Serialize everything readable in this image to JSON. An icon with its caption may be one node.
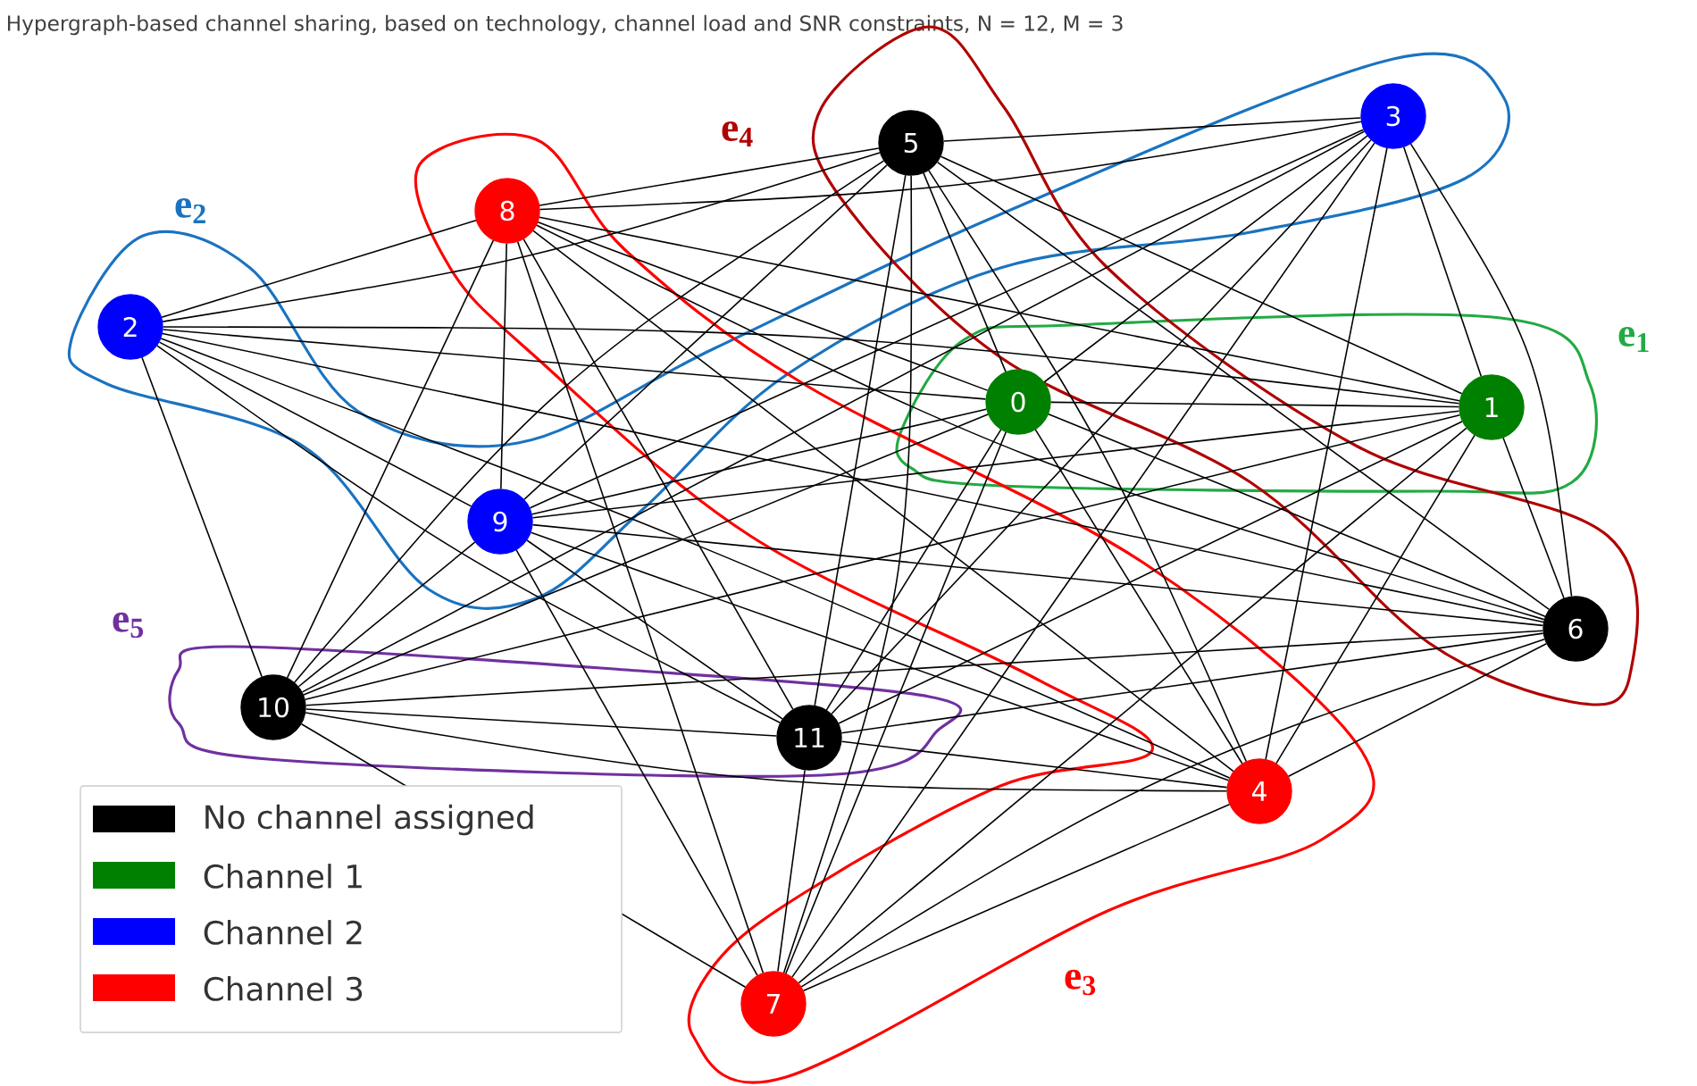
{
  "diagram": {
    "title": "Hypergraph-based channel sharing, based on technology, channel load and SNR constraints, N = 12, M = 3",
    "nodes": [
      {
        "text": [
          "0"
        ]
      },
      {
        "text": [
          "1"
        ]
      },
      {
        "text": [
          "2"
        ]
      },
      {
        "text": [
          "3"
        ]
      },
      {
        "text": [
          "4"
        ]
      },
      {
        "text": [
          "5"
        ]
      },
      {
        "text": [
          "6"
        ]
      },
      {
        "text": [
          "7"
        ]
      },
      {
        "text": [
          "8"
        ]
      },
      {
        "text": [
          "9"
        ]
      },
      {
        "text": [
          "10"
        ]
      },
      {
        "text": [
          "11"
        ]
      }
    ],
    "edges": [
      {
        "from": 2,
        "to": 8,
        "arrow": "none"
      },
      {
        "from": 2,
        "to": 5,
        "arrow": "none"
      },
      {
        "from": 2,
        "to": 0,
        "arrow": "none"
      },
      {
        "from": 2,
        "to": 1,
        "arrow": "none"
      },
      {
        "from": 2,
        "to": 9,
        "arrow": "none"
      },
      {
        "from": 2,
        "to": 10,
        "arrow": "none"
      },
      {
        "from": 2,
        "to": 11,
        "arrow": "none"
      },
      {
        "from": 2,
        "to": 6,
        "arrow": "none"
      },
      {
        "from": 2,
        "to": 4,
        "arrow": "none"
      },
      {
        "from": 8,
        "to": 5,
        "arrow": "none"
      },
      {
        "from": 8,
        "to": 3,
        "arrow": "none"
      },
      {
        "from": 8,
        "to": 9,
        "arrow": "none"
      },
      {
        "from": 8,
        "to": 10,
        "arrow": "none"
      },
      {
        "from": 8,
        "to": 11,
        "arrow": "none"
      },
      {
        "from": 8,
        "to": 7,
        "arrow": "none"
      },
      {
        "from": 8,
        "to": 4,
        "arrow": "none"
      },
      {
        "from": 8,
        "to": 0,
        "arrow": "none"
      },
      {
        "from": 8,
        "to": 6,
        "arrow": "none"
      },
      {
        "from": 8,
        "to": 1,
        "arrow": "none"
      },
      {
        "from": 5,
        "to": 3,
        "arrow": "none"
      },
      {
        "from": 5,
        "to": 0,
        "arrow": "none"
      },
      {
        "from": 5,
        "to": 11,
        "arrow": "none"
      },
      {
        "from": 5,
        "to": 7,
        "arrow": "none"
      },
      {
        "from": 5,
        "to": 4,
        "arrow": "none"
      },
      {
        "from": 5,
        "to": 6,
        "arrow": "none"
      },
      {
        "from": 5,
        "to": 1,
        "arrow": "none"
      },
      {
        "from": 5,
        "to": 9,
        "arrow": "none"
      },
      {
        "from": 5,
        "to": 10,
        "arrow": "none"
      },
      {
        "from": 3,
        "to": 0,
        "arrow": "none"
      },
      {
        "from": 3,
        "to": 1,
        "arrow": "none"
      },
      {
        "from": 3,
        "to": 6,
        "arrow": "none"
      },
      {
        "from": 3,
        "to": 9,
        "arrow": "none"
      },
      {
        "from": 3,
        "to": 10,
        "arrow": "none"
      },
      {
        "from": 3,
        "to": 11,
        "arrow": "none"
      },
      {
        "from": 3,
        "to": 4,
        "arrow": "none"
      },
      {
        "from": 3,
        "to": 7,
        "arrow": "none"
      },
      {
        "from": 0,
        "to": 1,
        "arrow": "none"
      },
      {
        "from": 0,
        "to": 4,
        "arrow": "none"
      },
      {
        "from": 0,
        "to": 7,
        "arrow": "none"
      },
      {
        "from": 0,
        "to": 6,
        "arrow": "none"
      },
      {
        "from": 0,
        "to": 9,
        "arrow": "none"
      },
      {
        "from": 0,
        "to": 10,
        "arrow": "none"
      },
      {
        "from": 0,
        "to": 11,
        "arrow": "none"
      },
      {
        "from": 1,
        "to": 6,
        "arrow": "none"
      },
      {
        "from": 1,
        "to": 4,
        "arrow": "none"
      },
      {
        "from": 1,
        "to": 7,
        "arrow": "none"
      },
      {
        "from": 1,
        "to": 9,
        "arrow": "none"
      },
      {
        "from": 1,
        "to": 10,
        "arrow": "none"
      },
      {
        "from": 1,
        "to": 11,
        "arrow": "none"
      },
      {
        "from": 4,
        "to": 6,
        "arrow": "none"
      },
      {
        "from": 4,
        "to": 7,
        "arrow": "none"
      },
      {
        "from": 4,
        "to": 9,
        "arrow": "none"
      },
      {
        "from": 4,
        "to": 10,
        "arrow": "none"
      },
      {
        "from": 4,
        "to": 11,
        "arrow": "none"
      },
      {
        "from": 6,
        "to": 7,
        "arrow": "none"
      },
      {
        "from": 6,
        "to": 9,
        "arrow": "none"
      },
      {
        "from": 6,
        "to": 10,
        "arrow": "none"
      },
      {
        "from": 6,
        "to": 11,
        "arrow": "none"
      },
      {
        "from": 9,
        "to": 10,
        "arrow": "none"
      },
      {
        "from": 9,
        "to": 11,
        "arrow": "none"
      },
      {
        "from": 9,
        "to": 7,
        "arrow": "none"
      },
      {
        "from": 10,
        "to": 11,
        "arrow": "none"
      },
      {
        "from": 10,
        "to": 7,
        "arrow": "none"
      },
      {
        "from": 11,
        "to": 7,
        "arrow": "none"
      }
    ],
    "labels": [
      "e$_{1}$",
      "e$_{2}$",
      "e$_{3}$",
      "e$_{4}$",
      "e$_{5}$"
    ],
    "legend": [
      {
        "text": "No channel assigned",
        "color": "#000000"
      },
      {
        "text": "Channel 1",
        "color": "#008000"
      },
      {
        "text": "Channel 2",
        "color": "#0000ff"
      },
      {
        "text": "Channel 3",
        "color": "#ff0000"
      }
    ]
  }
}
